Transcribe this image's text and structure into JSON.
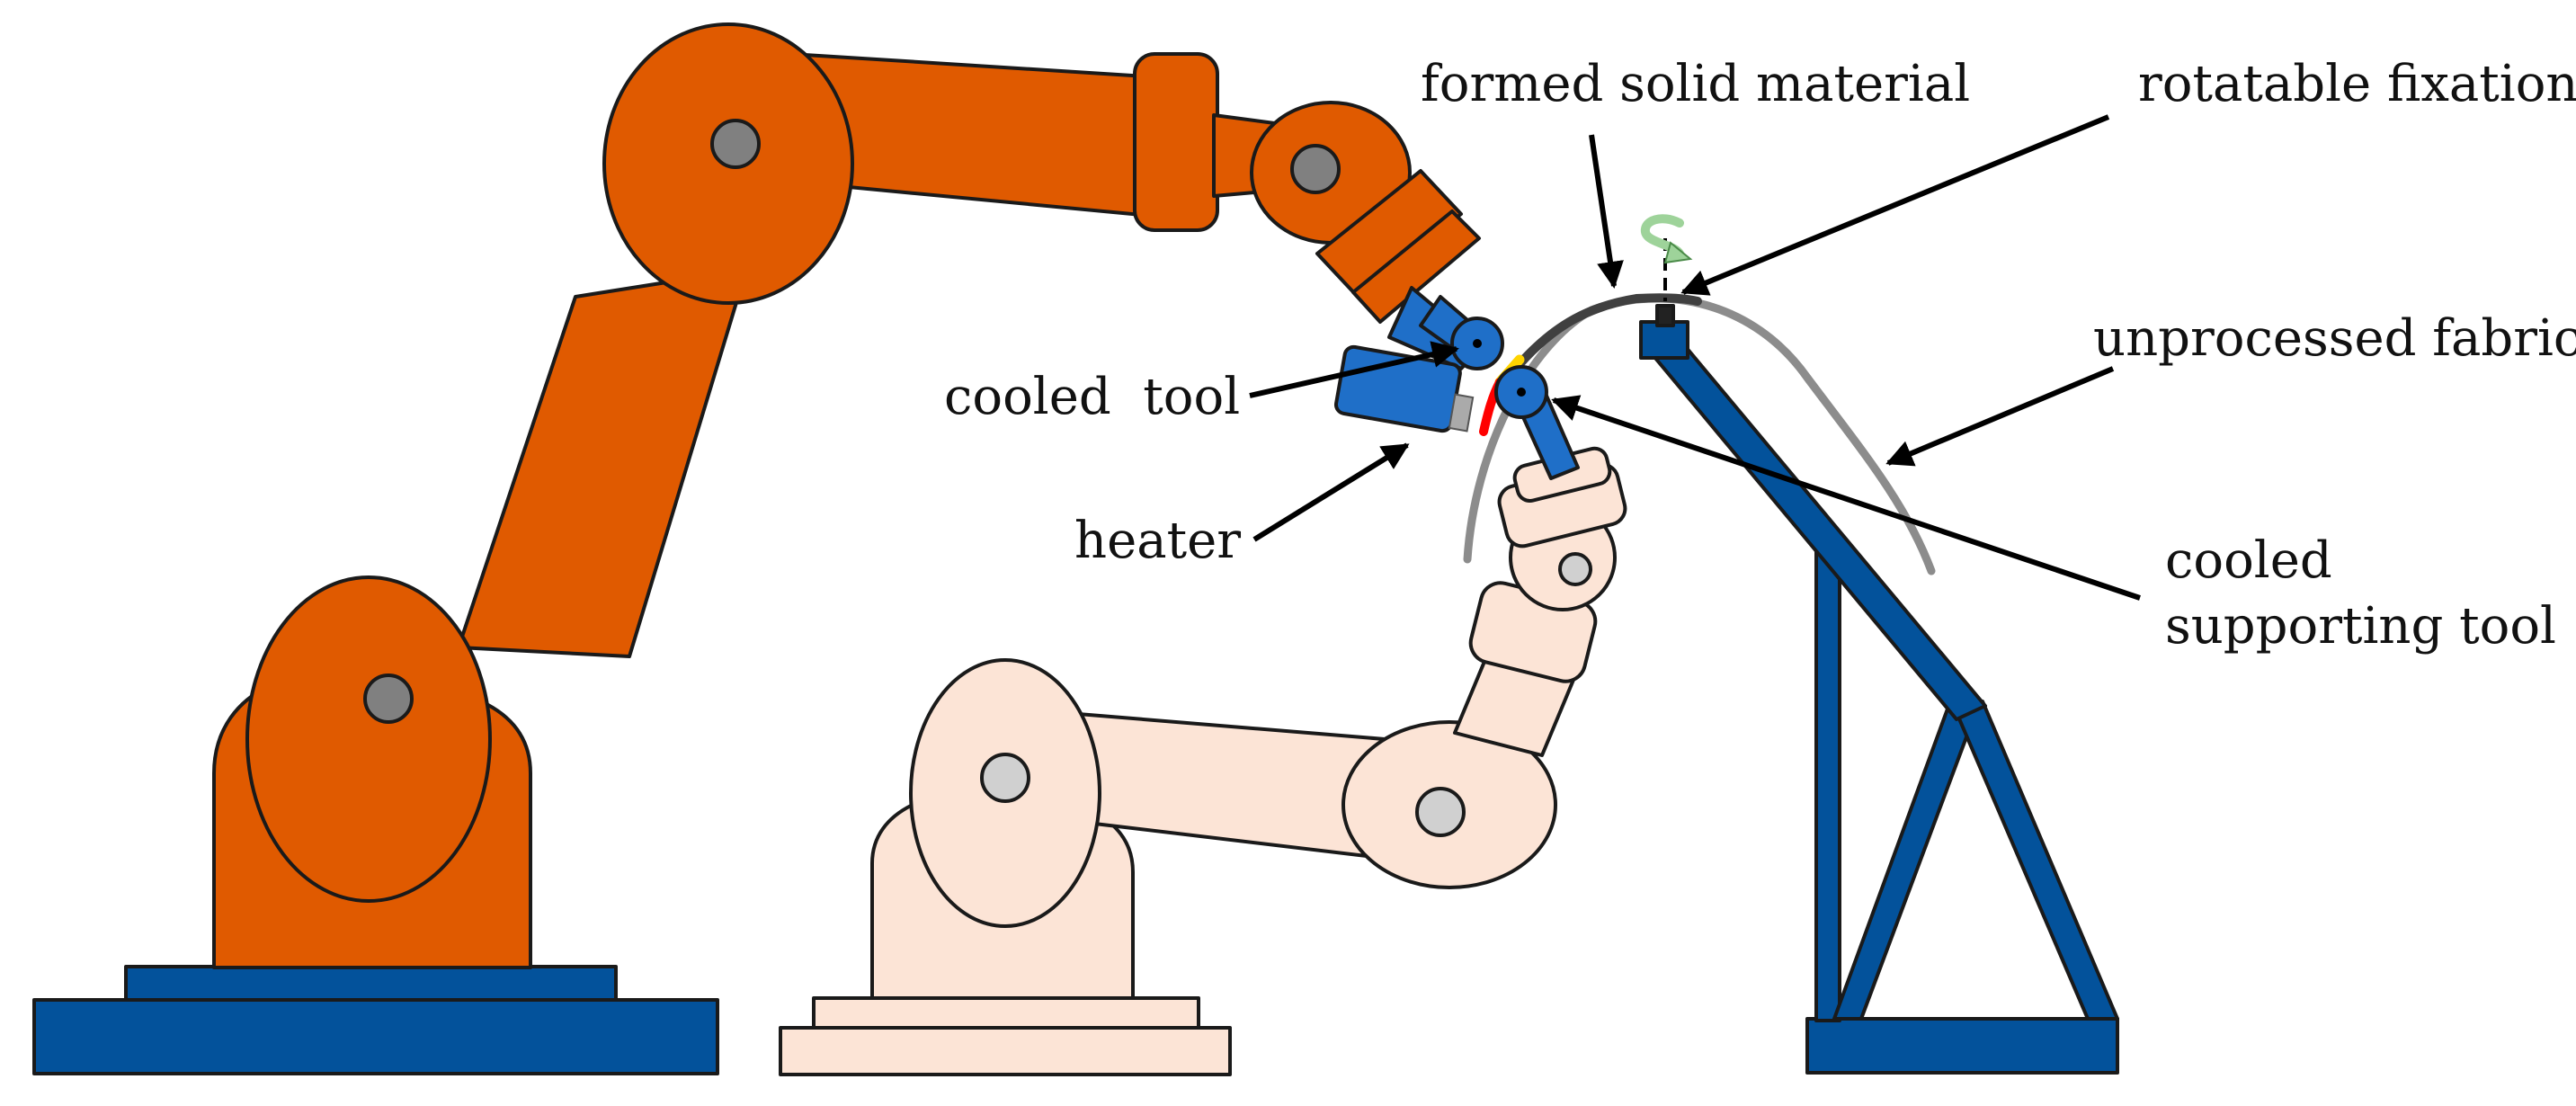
{
  "labels": {
    "formed_solid_material": "formed solid material",
    "rotatable_fixation": "rotatable fixation",
    "unprocessed_fabric": "unprocessed fabric",
    "cooled_tool": "cooled  tool",
    "heater": "heater",
    "cooled_supporting_tool_line1": "cooled",
    "cooled_supporting_tool_line2": "supporting tool"
  },
  "colors": {
    "orange_robot": "#E05A00",
    "pink_robot": "#FCE4D6",
    "blue_base": "#03529B",
    "tool_blue": "#1F6FC8",
    "joint_gray": "#808080",
    "fabric_gray": "#8C8C8C",
    "formed_dark": "#404040",
    "heated_red": "#FF0000",
    "heated_yellow": "#FFD400",
    "rotation_green": "#9ED39A"
  },
  "icons": [
    "rotation-arrow-icon"
  ]
}
